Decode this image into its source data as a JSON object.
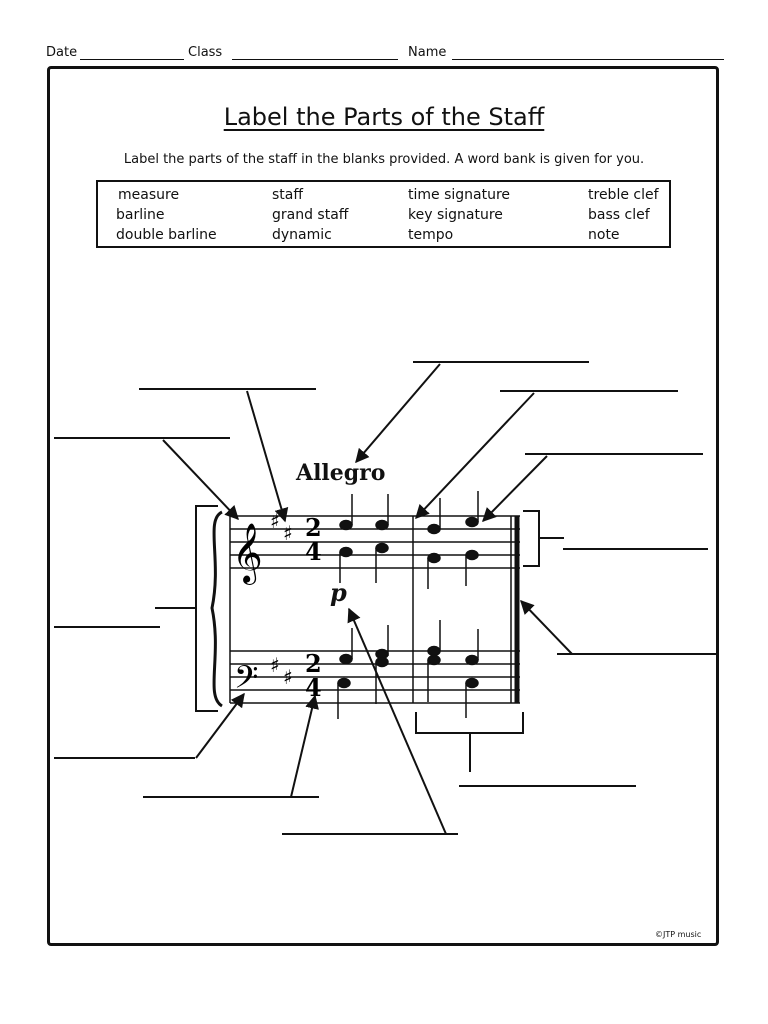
{
  "header": {
    "date_label": "Date",
    "class_label": "Class",
    "name_label": "Name"
  },
  "title": "Label the Parts of the Staff",
  "instructions": "Label the parts of the staff in the blanks provided.  A word bank is given for you.",
  "word_bank": {
    "col1": [
      "measure",
      "barline",
      "double barline"
    ],
    "col2": [
      "staff",
      "grand staff",
      "dynamic"
    ],
    "col3": [
      "time signature",
      "key signature",
      "tempo"
    ],
    "col4": [
      "treble clef",
      "bass clef",
      "note"
    ]
  },
  "music": {
    "tempo_marking": "Allegro",
    "dynamic_marking": "p",
    "time_signature_top": "2",
    "time_signature_bottom": "4"
  },
  "footer": {
    "copyright": "©JTP music"
  }
}
